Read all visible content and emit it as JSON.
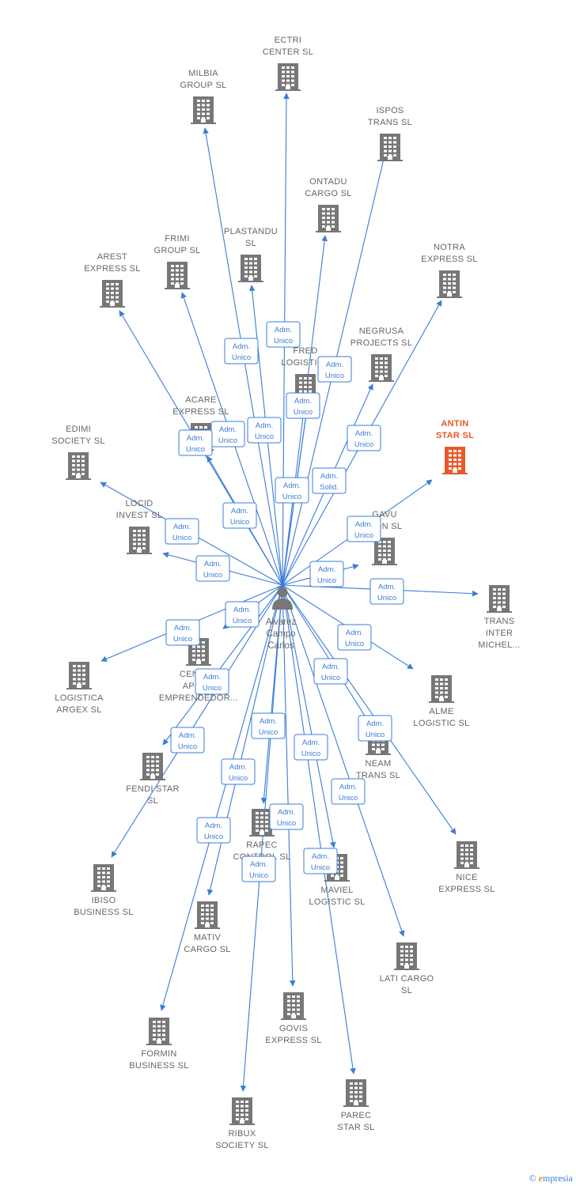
{
  "colors": {
    "edge": "#3b7dd8",
    "building": "#777777",
    "highlight": "#e8582b",
    "text": "#666666"
  },
  "person": {
    "name_lines": [
      "Alvarez",
      "Campo",
      "Carlos"
    ],
    "icon": "person-icon"
  },
  "companies": [
    {
      "id": "ectri",
      "lines": [
        "ECTRI",
        "CENTER  SL"
      ]
    },
    {
      "id": "milbia",
      "lines": [
        "MILBIA",
        "GROUP  SL"
      ]
    },
    {
      "id": "ispos",
      "lines": [
        "ISPOS",
        "TRANS  SL"
      ]
    },
    {
      "id": "ontadu",
      "lines": [
        "ONTADU",
        "CARGO  SL"
      ]
    },
    {
      "id": "plastandu",
      "lines": [
        "PLASTANDU",
        "SL"
      ]
    },
    {
      "id": "frimi",
      "lines": [
        "FRIMI",
        "GROUP  SL"
      ]
    },
    {
      "id": "arest",
      "lines": [
        "AREST",
        "EXPRESS  SL"
      ]
    },
    {
      "id": "notra",
      "lines": [
        "NOTRA",
        "EXPRESS  SL"
      ]
    },
    {
      "id": "negrusa",
      "lines": [
        "NEGRUSA",
        "PROJECTS  SL"
      ]
    },
    {
      "id": "fred",
      "lines": [
        "FRED",
        "LOGISTICS"
      ]
    },
    {
      "id": "acare",
      "lines": [
        "ACARE",
        "EXPRESS  SL"
      ]
    },
    {
      "id": "edimi",
      "lines": [
        "EDIMI",
        "SOCIETY  SL"
      ]
    },
    {
      "id": "antin",
      "lines": [
        "ANTIN",
        "STAR  SL"
      ],
      "highlight": true
    },
    {
      "id": "locid",
      "lines": [
        "LOCID",
        "INVEST  SL"
      ]
    },
    {
      "id": "gavu",
      "lines": [
        "GAVU",
        "...ON  SL"
      ]
    },
    {
      "id": "trans",
      "lines": [
        "TRANS",
        "INTER",
        "MICHEL..."
      ]
    },
    {
      "id": "centro",
      "lines": [
        "CENTRO",
        "APOYO",
        "EMPRENDEDOR..."
      ]
    },
    {
      "id": "logistica",
      "lines": [
        "LOGISTICA",
        "ARGEX  SL"
      ]
    },
    {
      "id": "alme",
      "lines": [
        "ALME",
        "LOGISTIC  SL"
      ]
    },
    {
      "id": "neam",
      "lines": [
        "NEAM",
        "TRANS  SL"
      ]
    },
    {
      "id": "fendi",
      "lines": [
        "FENDI STAR",
        "SL"
      ]
    },
    {
      "id": "ibiso",
      "lines": [
        "IBISO",
        "BUSINESS  SL"
      ]
    },
    {
      "id": "rapec",
      "lines": [
        "RAPEC",
        "CONTROL  SL"
      ]
    },
    {
      "id": "nice",
      "lines": [
        "NICE",
        "EXPRESS  SL"
      ]
    },
    {
      "id": "maviel",
      "lines": [
        "MAVIEL",
        "LOGISTIC  SL"
      ]
    },
    {
      "id": "mativ",
      "lines": [
        "MATIV",
        "CARGO  SL"
      ]
    },
    {
      "id": "lati",
      "lines": [
        "LATI CARGO",
        "SL"
      ]
    },
    {
      "id": "govis",
      "lines": [
        "GOVIS",
        "EXPRESS  SL"
      ]
    },
    {
      "id": "formin",
      "lines": [
        "FORMIN",
        "BUSINESS  SL"
      ]
    },
    {
      "id": "parec",
      "lines": [
        "PAREC",
        "STAR  SL"
      ]
    },
    {
      "id": "ribux",
      "lines": [
        "RIBUX",
        "SOCIETY  SL"
      ]
    }
  ],
  "relations": [
    {
      "target": "ectri",
      "label": [
        "Adm.",
        "Unico"
      ]
    },
    {
      "target": "milbia",
      "label": [
        "Adm.",
        "Unico"
      ]
    },
    {
      "target": "ispos",
      "label": [
        "Adm.",
        "Unico"
      ]
    },
    {
      "target": "ontadu",
      "label": [
        "Adm.",
        "Unico"
      ]
    },
    {
      "target": "plastandu",
      "label": [
        "Adm.",
        "Unico"
      ]
    },
    {
      "target": "frimi",
      "label": [
        "Adm.",
        "Unico"
      ]
    },
    {
      "target": "arest",
      "label": [
        "Adm.",
        "Unico"
      ]
    },
    {
      "target": "notra",
      "label": [
        "Adm.",
        "Unico"
      ]
    },
    {
      "target": "negrusa",
      "label": [
        "Adm.",
        "Unico"
      ]
    },
    {
      "target": "fred",
      "label": [
        "Adm.",
        "Unico"
      ]
    },
    {
      "target": "acare",
      "label": [
        "Adm.",
        "Unico"
      ]
    },
    {
      "target": "edimi",
      "label": [
        "Adm.",
        "Unico"
      ]
    },
    {
      "target": "antin",
      "label": [
        "Adm.",
        "Unico"
      ]
    },
    {
      "target": "locid",
      "label": [
        "Adm.",
        "Unico"
      ]
    },
    {
      "target": "gavu",
      "label": [
        "Adm.",
        "Unico"
      ]
    },
    {
      "target": "trans",
      "label": [
        "Adm.",
        "Unico"
      ]
    },
    {
      "target": "centro",
      "label": [
        "Adm.",
        "Unico"
      ]
    },
    {
      "target": "logistica",
      "label": [
        "Adm.",
        "Unico"
      ]
    },
    {
      "target": "alme",
      "label": [
        "Adm.",
        "Unico"
      ]
    },
    {
      "target": "neam",
      "label": [
        "Adm.",
        "Unico"
      ]
    },
    {
      "target": "fendi",
      "label": [
        "Adm.",
        "Unico"
      ]
    },
    {
      "target": "ibiso",
      "label": [
        "Adm.",
        "Unico"
      ]
    },
    {
      "target": "rapec",
      "label": [
        "Adm.",
        "Unico"
      ]
    },
    {
      "target": "nice",
      "label": [
        "Adm.",
        "Unico"
      ]
    },
    {
      "target": "maviel",
      "label": [
        "Adm.",
        "Unico"
      ]
    },
    {
      "target": "mativ",
      "label": [
        "Adm.",
        "Unico"
      ]
    },
    {
      "target": "lati",
      "label": [
        "Adm.",
        "Unico"
      ]
    },
    {
      "target": "govis",
      "label": [
        "Adm.",
        "Unico"
      ]
    },
    {
      "target": "formin",
      "label": [
        "Adm.",
        "Unico"
      ]
    },
    {
      "target": "parec",
      "label": [
        "Adm.",
        "Unico"
      ]
    },
    {
      "target": "ribux",
      "label": [
        "Adm.",
        "Unico"
      ]
    },
    {
      "target": "fred",
      "label": [
        "Adm.",
        "Solid."
      ]
    }
  ],
  "footer": {
    "copyright": "©",
    "brand_initial": "e",
    "brand_rest": "mpresia"
  }
}
